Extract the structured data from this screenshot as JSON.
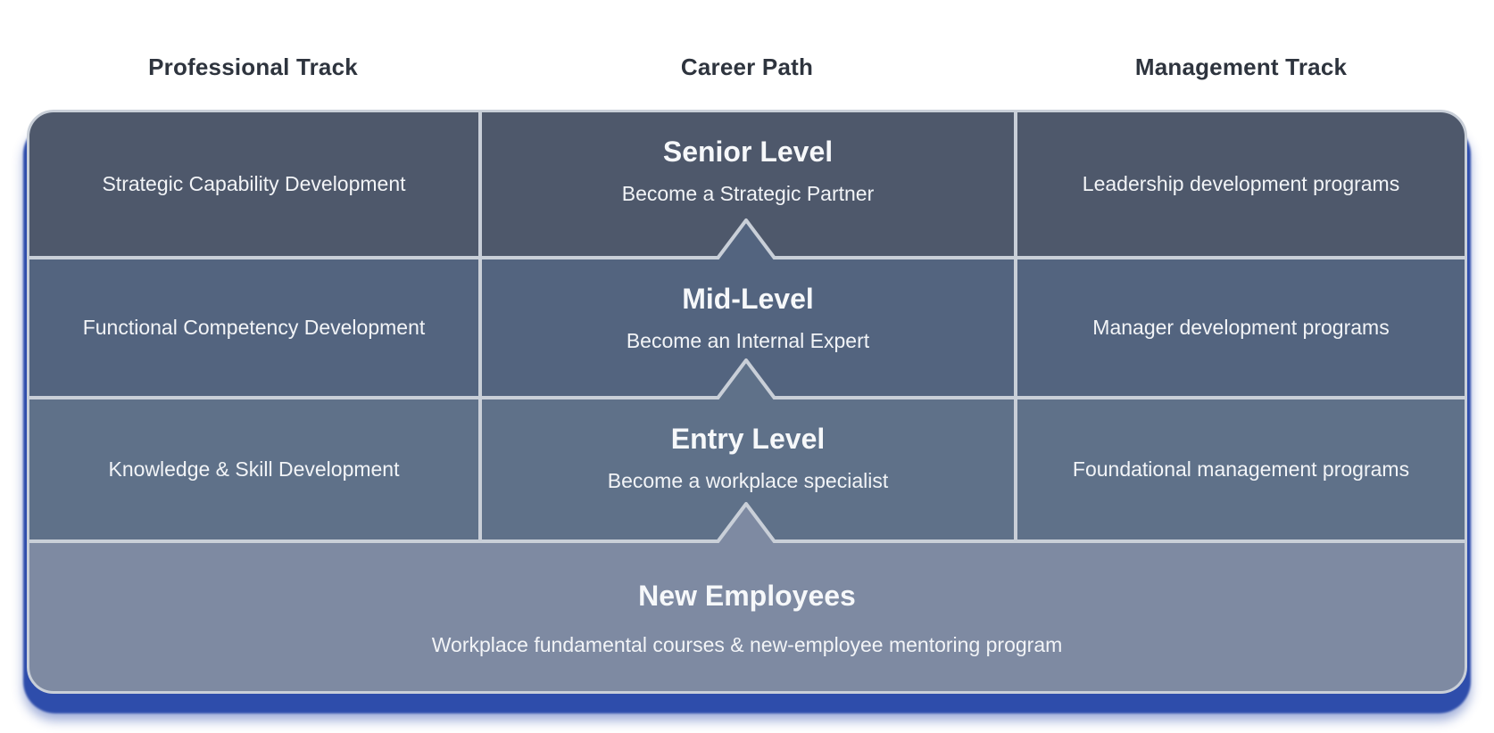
{
  "colors": {
    "row1": "#4e586b",
    "row2": "#53647f",
    "row3": "#5f7189",
    "row4": "#7e8aa2",
    "divider": "#c9cfd8",
    "header-text": "#2e343e",
    "cell-text": "#f2f4f7",
    "title-text": "#f6f8fa",
    "blue-base": "#2e4dab",
    "page-bg": "#ffffff"
  },
  "headers": {
    "professional": "Professional Track",
    "career": "Career Path",
    "management": "Management Track"
  },
  "levels": [
    {
      "professional": "Strategic Capability Development",
      "career_title": "Senior Level",
      "career_subtitle": "Become a Strategic Partner",
      "management": "Leadership development programs"
    },
    {
      "professional": "Functional Competency Development",
      "career_title": "Mid-Level",
      "career_subtitle": "Become an Internal Expert",
      "management": "Manager development programs"
    },
    {
      "professional": "Knowledge & Skill Development",
      "career_title": "Entry Level",
      "career_subtitle": "Become a workplace specialist",
      "management": "Foundational management programs"
    }
  ],
  "base_row": {
    "title": "New Employees",
    "subtitle": "Workplace fundamental courses & new-employee mentoring program"
  },
  "icons": {
    "chevron": "chevron-up-icon"
  }
}
